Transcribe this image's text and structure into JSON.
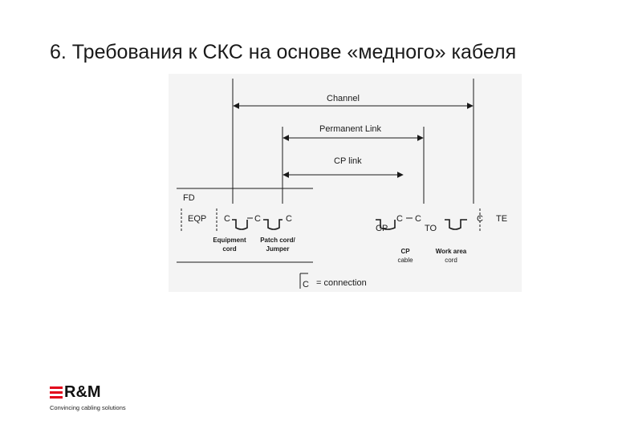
{
  "slide": {
    "title": "6. Требования к СКС на основе «медного» кабеля"
  },
  "diagram": {
    "channel_label": "Channel",
    "permanent_link_label": "Permanent Link",
    "cp_link_label": "CP link",
    "fd_label": "FD",
    "eqp_label": "EQP",
    "te_label": "TE",
    "cp_label": "CP",
    "to_label": "TO",
    "connector_label": "C",
    "equipment_cord_label": [
      "Equipment",
      "cord"
    ],
    "patch_cord_label": [
      "Patch cord/",
      "Jumper"
    ],
    "cp_cable_label": [
      "CP",
      "cable"
    ],
    "work_area_cord_label": [
      "Work area",
      "cord"
    ],
    "legend_symbol": "C",
    "legend_text": "= connection",
    "colors": {
      "panel_bg": "#f4f4f4",
      "line": "#1a1a1a"
    }
  },
  "logo": {
    "name": "R&M",
    "tagline": "Convincing cabling solutions",
    "brand_color": "#e2001a"
  }
}
